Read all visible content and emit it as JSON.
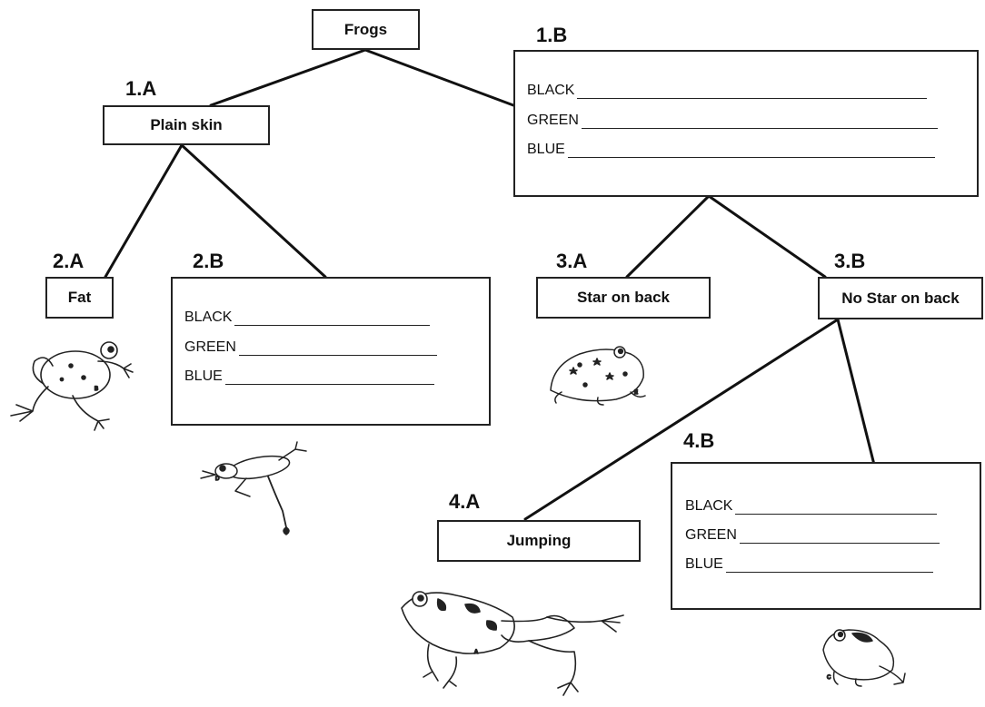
{
  "root": {
    "label": "Frogs"
  },
  "step_1a": {
    "number": "1.A",
    "label": "Plain skin"
  },
  "step_1b": {
    "number": "1.B",
    "colors": [
      "BLACK",
      "GREEN",
      "BLUE"
    ]
  },
  "step_2a": {
    "number": "2.A",
    "label": "Fat"
  },
  "step_2b": {
    "number": "2.B",
    "colors": [
      "BLACK",
      "GREEN",
      "BLUE"
    ]
  },
  "step_3a": {
    "number": "3.A",
    "label": "Star on back"
  },
  "step_3b": {
    "number": "3.B",
    "label": "No Star on back"
  },
  "step_4a": {
    "number": "4.A",
    "label": "Jumping"
  },
  "step_4b": {
    "number": "4.B",
    "colors": [
      "BLACK",
      "GREEN",
      "BLUE"
    ]
  },
  "frogs": {
    "fat": {
      "icon": "fat-frog-icon",
      "letter": "B"
    },
    "thin": {
      "icon": "thin-frog-icon",
      "letter": "D"
    },
    "star": {
      "icon": "star-frog-icon",
      "letter": "E"
    },
    "jumping": {
      "icon": "jumping-frog-icon",
      "letter": "A"
    },
    "sitting": {
      "icon": "sitting-frog-icon",
      "letter": "C"
    }
  }
}
